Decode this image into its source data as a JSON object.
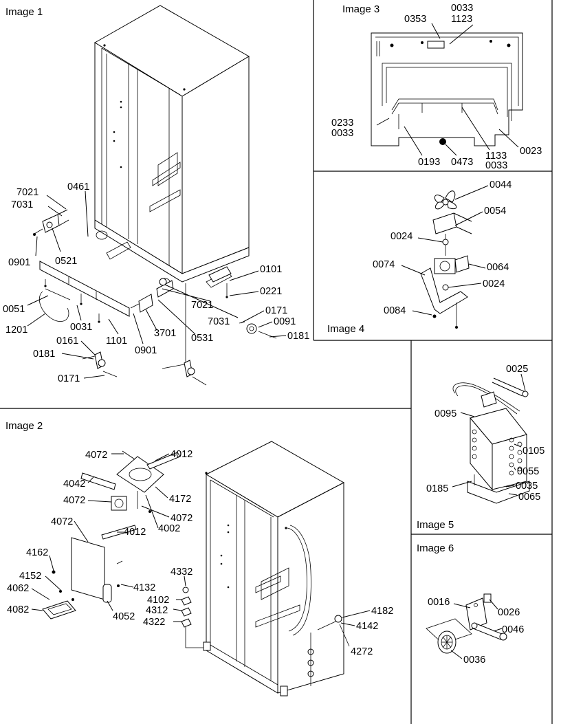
{
  "panels": {
    "image1": {
      "title": "Image 1",
      "labels": [
        "7021",
        "7031",
        "0461",
        "0901",
        "0521",
        "0051",
        "1201",
        "0031",
        "1101",
        "0901",
        "3701",
        "0531",
        "7021",
        "7031",
        "0101",
        "0221",
        "0171",
        "0091",
        "0181",
        "0161",
        "0181",
        "0171"
      ]
    },
    "image2": {
      "title": "Image 2",
      "labels": [
        "4072",
        "4012",
        "4042",
        "4072",
        "4172",
        "4002",
        "4072",
        "4072",
        "4012",
        "4162",
        "4152",
        "4062",
        "4082",
        "4132",
        "4052",
        "4332",
        "4102",
        "4312",
        "4322",
        "4182",
        "4142",
        "4272"
      ]
    },
    "image3": {
      "title": "Image 3",
      "labels": [
        "0353",
        "0033",
        "1123",
        "0233",
        "0033",
        "0193",
        "0473",
        "1133",
        "0033",
        "0023"
      ]
    },
    "image4": {
      "title": "Image 4",
      "labels": [
        "0044",
        "0054",
        "0024",
        "0074",
        "0064",
        "0024",
        "0084"
      ]
    },
    "image5": {
      "title": "Image 5",
      "labels": [
        "0025",
        "0095",
        "0105",
        "0055",
        "0185",
        "0035",
        "0065"
      ]
    },
    "image6": {
      "title": "Image 6",
      "labels": [
        "0016",
        "0026",
        "0046",
        "0036"
      ]
    }
  }
}
